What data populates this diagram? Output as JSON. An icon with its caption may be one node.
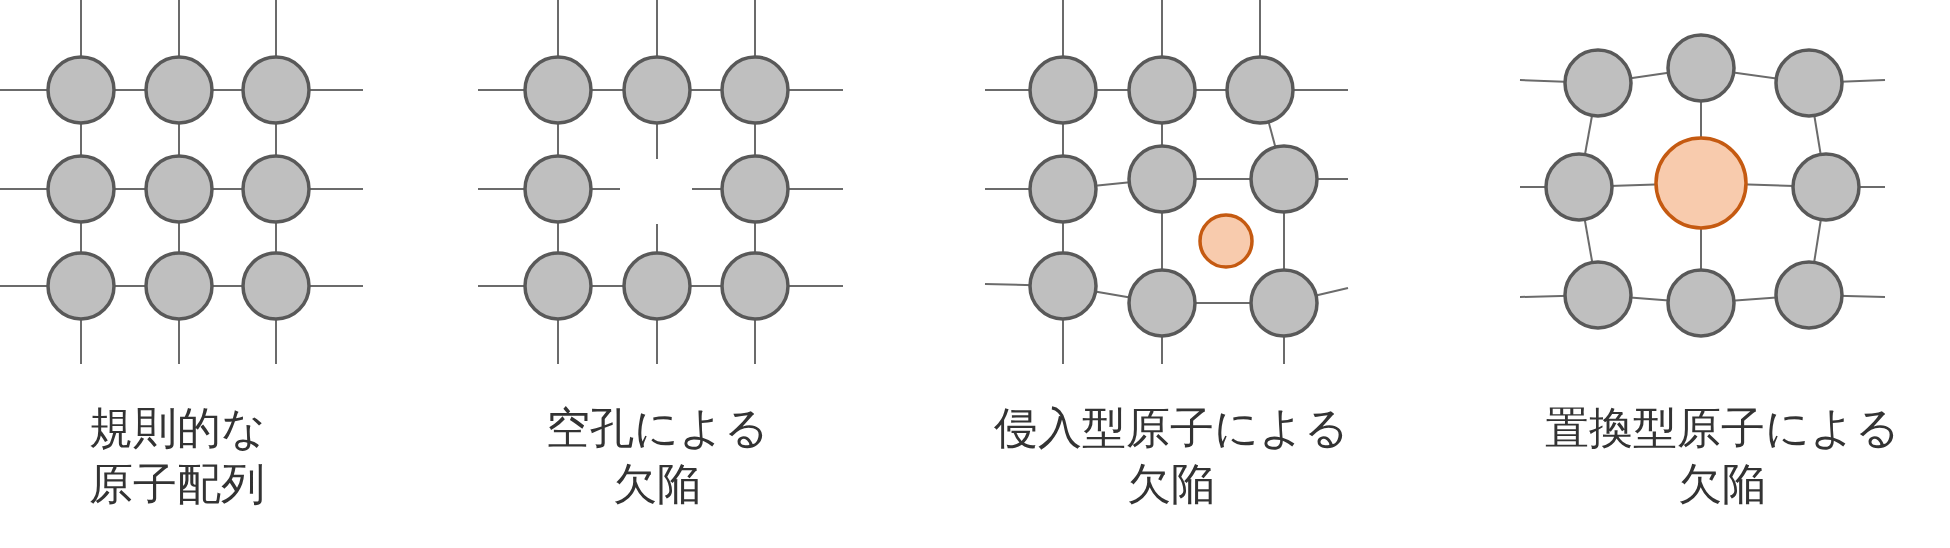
{
  "diagram": {
    "labels": [
      "規則的な原子配列",
      "空孔による欠陥",
      "侵入型原子による欠陥",
      "置換型原子による欠陥"
    ]
  }
}
